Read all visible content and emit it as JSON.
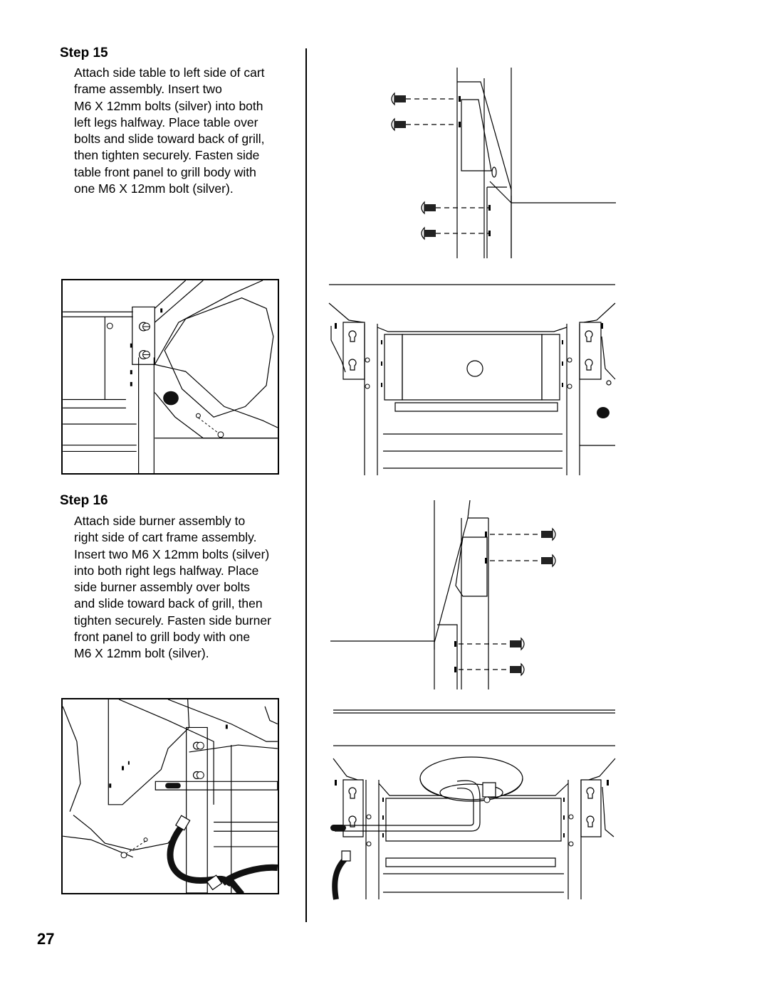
{
  "page_number": "27",
  "step15": {
    "heading": "Step 15",
    "lines": [
      "Attach side table to left side of cart",
      "frame assembly. Insert two",
      "M6 X 12mm bolts (silver) into both",
      "left legs halfway. Place table over",
      "bolts and slide toward back of grill,",
      "then tighten securely. Fasten side",
      "table front panel to grill body with",
      "one M6 X 12mm bolt (silver)."
    ]
  },
  "step16": {
    "heading": "Step 16",
    "lines": [
      "Attach side burner assembly to",
      "right side of cart frame assembly.",
      "Insert two M6 X 12mm bolts (silver)",
      "into both right legs halfway. Place",
      "side burner assembly over bolts",
      "and slide toward back of grill, then",
      "tighten securely. Fasten side burner",
      "front panel to grill body with one",
      "M6 X 12mm bolt (silver)."
    ]
  },
  "icons": {
    "bolt": "bolt-icon",
    "hose": "gas-hose-icon",
    "burner": "side-burner-icon"
  }
}
